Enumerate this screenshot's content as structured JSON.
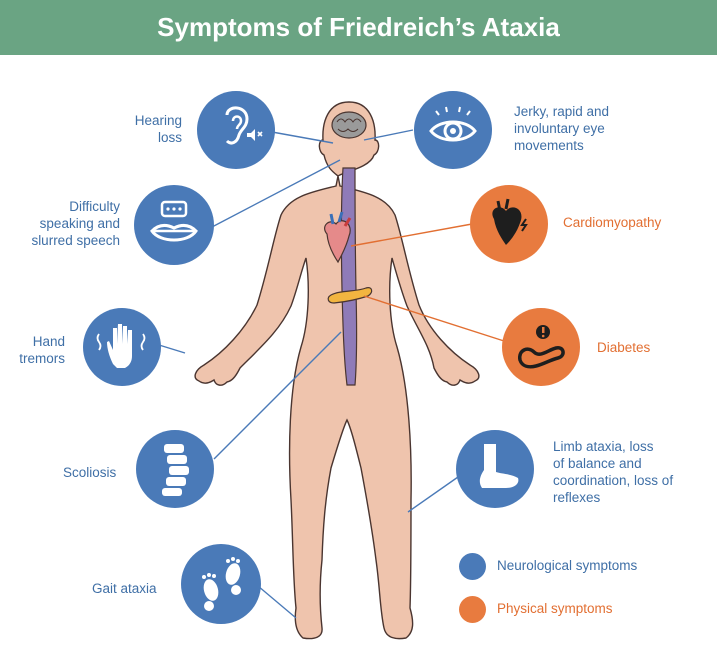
{
  "title": "Symptoms of Friedreich’s Ataxia",
  "colors": {
    "neurological": "#4a7ab8",
    "physical": "#e87b3f",
    "banner": "#6aa483",
    "skin": "#efc4ad"
  },
  "symptoms": {
    "hearing_loss": {
      "label": "Hearing\nloss",
      "category": "neurological",
      "icon": "ear-icon"
    },
    "eye_movements": {
      "label": "Jerky, rapid and\ninvoluntary eye\nmovements",
      "category": "neurological",
      "icon": "eye-icon"
    },
    "speech": {
      "label": "Difficulty\nspeaking and\nslurred speech",
      "category": "neurological",
      "icon": "mouth-speech-icon"
    },
    "cardiomyopathy": {
      "label": "Cardiomyopathy",
      "category": "physical",
      "icon": "heart-icon"
    },
    "hand_tremors": {
      "label": "Hand\ntremors",
      "category": "neurological",
      "icon": "hand-tremor-icon"
    },
    "diabetes": {
      "label": "Diabetes",
      "category": "physical",
      "icon": "pancreas-icon"
    },
    "scoliosis": {
      "label": "Scoliosis",
      "category": "neurological",
      "icon": "spine-icon"
    },
    "limb_ataxia": {
      "label": "Limb ataxia, loss\nof balance and\ncoordination, loss of\nreflexes",
      "category": "neurological",
      "icon": "foot-icon"
    },
    "gait_ataxia": {
      "label": "Gait ataxia",
      "category": "neurological",
      "icon": "footprints-icon"
    }
  },
  "legend": {
    "neurological": "Neurological symptoms",
    "physical": "Physical symptoms"
  }
}
